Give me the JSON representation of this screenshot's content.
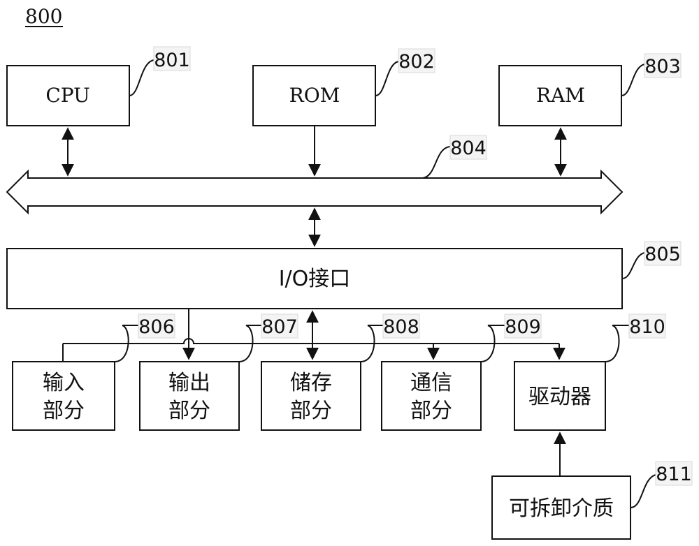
{
  "figure_number": "800",
  "nodes": {
    "cpu": {
      "label": "CPU",
      "ref": "801"
    },
    "rom": {
      "label": "ROM",
      "ref": "802"
    },
    "ram": {
      "label": "RAM",
      "ref": "803"
    },
    "bus": {
      "ref": "804"
    },
    "io": {
      "label": "I/O接口",
      "ref": "805"
    },
    "input": {
      "line1": "输入",
      "line2": "部分",
      "ref": "806"
    },
    "output": {
      "line1": "输出",
      "line2": "部分",
      "ref": "807"
    },
    "storage": {
      "line1": "储存",
      "line2": "部分",
      "ref": "808"
    },
    "comm": {
      "line1": "通信",
      "line2": "部分",
      "ref": "809"
    },
    "drive": {
      "label": "驱动器",
      "ref": "810"
    },
    "media": {
      "label": "可拆卸介质",
      "ref": "811"
    }
  },
  "colors": {
    "stroke": "#111111",
    "background": "#ffffff"
  }
}
